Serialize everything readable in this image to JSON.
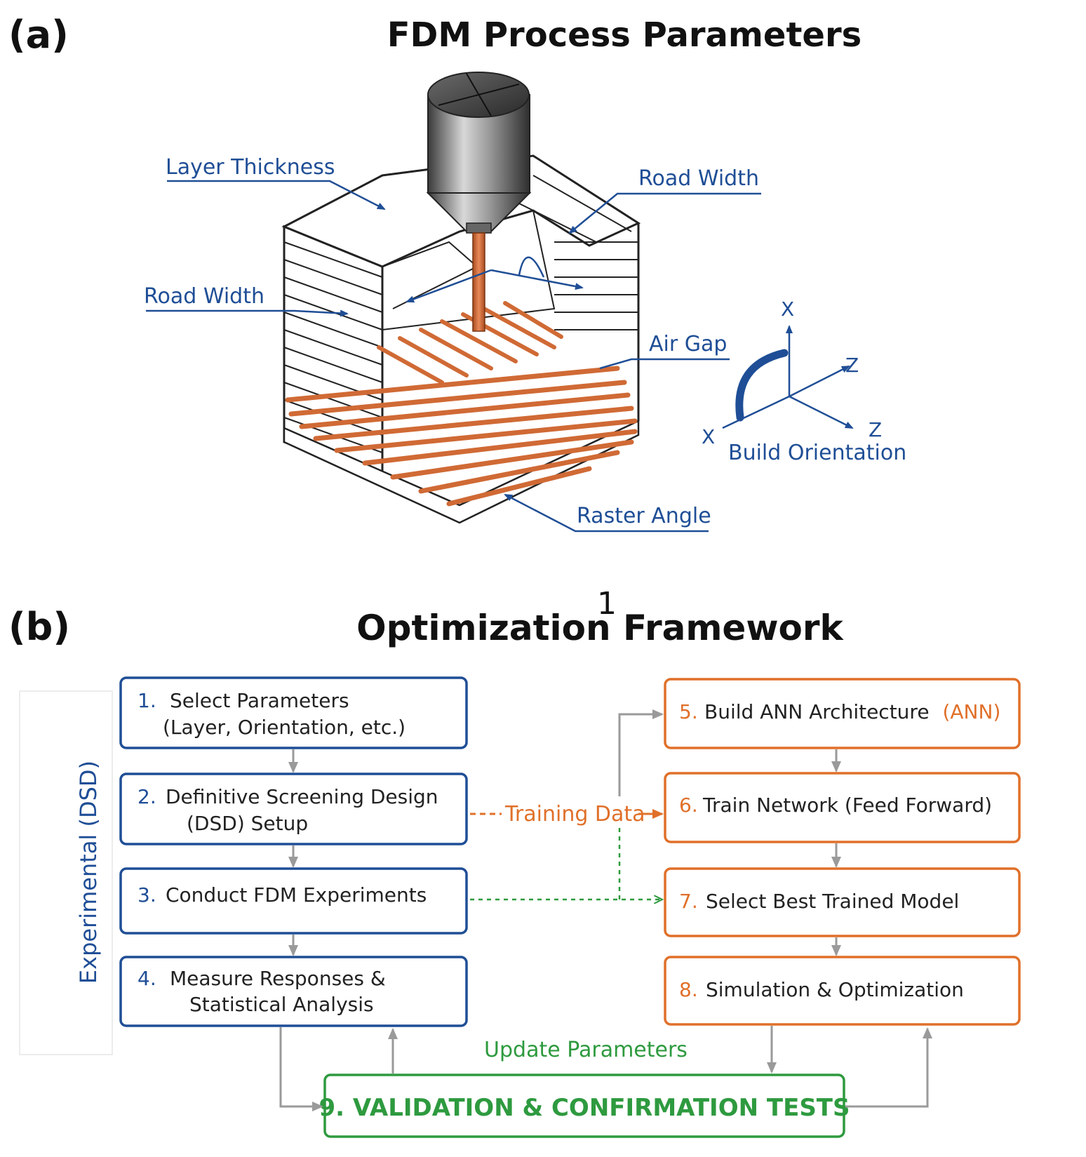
{
  "panel_a": {
    "letter": "(a)",
    "title": "FDM Process Parameters",
    "labels": {
      "layer_thickness": "Layer Thickness",
      "road_width_top": "Road Width",
      "road_width_left": "Road Width",
      "air_gap": "Air Gap",
      "raster_angle": "Raster Angle",
      "build_orientation": "Build Orientation"
    },
    "axes": {
      "x_top": "X",
      "z_upper": "Z",
      "x_left": "X",
      "z_lower": "Z"
    }
  },
  "page_number": "1",
  "panel_b": {
    "letter": "(b)",
    "title": "Optimization Framework",
    "side_label": "Experimental (DSD)",
    "steps_left": [
      {
        "num": "1.",
        "line1": "Select Parameters",
        "line2": "(Layer, Orientation, etc.)"
      },
      {
        "num": "2.",
        "line1": "Definitive Screening Design",
        "line2": "(DSD) Setup"
      },
      {
        "num": "3.",
        "line1": "Conduct FDM Experiments",
        "line2": ""
      },
      {
        "num": "4.",
        "line1": "Measure Responses &",
        "line2": "Statistical Analysis"
      }
    ],
    "steps_right": [
      {
        "num": "5.",
        "text": "Build ANN Architecture",
        "tag": "(ANN)"
      },
      {
        "num": "6.",
        "text": "Train Network (Feed Forward)",
        "tag": ""
      },
      {
        "num": "7.",
        "text": "Select Best Trained Model",
        "tag": ""
      },
      {
        "num": "8.",
        "text": "Simulation & Optimization",
        "tag": ""
      }
    ],
    "training_data": "Training Data",
    "update_parameters": "Update Parameters",
    "validation": "9. VALIDATION & CONFIRMATION TESTS"
  },
  "colors": {
    "blue": "#1f4e96",
    "orange": "#e0702a",
    "green": "#2e9a3f",
    "gray_arrow": "#9a9a9a",
    "copper": "#d06a35",
    "black": "#111111"
  }
}
